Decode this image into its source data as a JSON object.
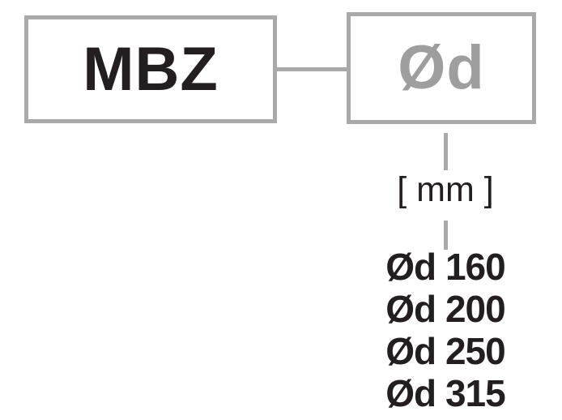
{
  "diagram": {
    "product_code_label": "MBZ",
    "parameter_label": "Ød",
    "unit_label": "[ mm ]",
    "options": [
      "Ød 160",
      "Ød 200",
      "Ød 250",
      "Ød 315"
    ],
    "colors": {
      "line_gray": "#a9a9a9",
      "muted_text_gray": "#9e9e9e",
      "ink_black": "#231f20",
      "background": "#ffffff"
    }
  }
}
